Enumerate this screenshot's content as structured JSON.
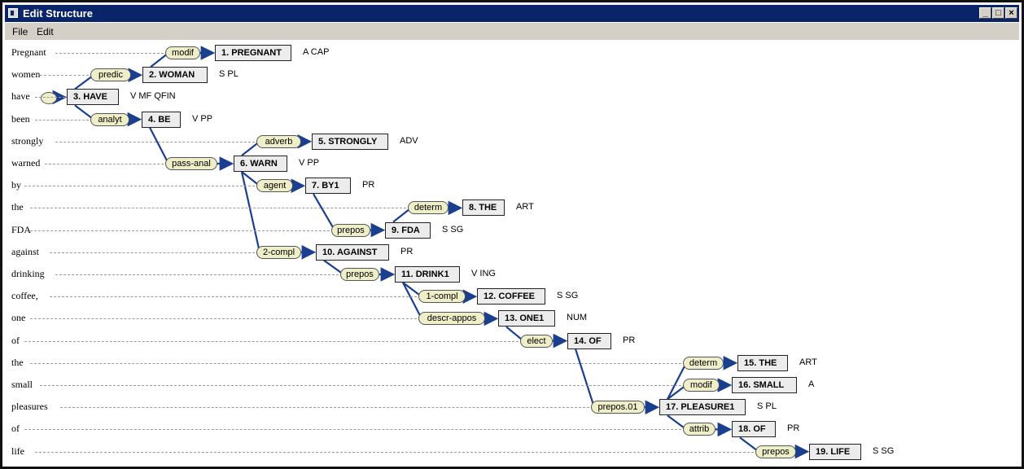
{
  "window": {
    "title": "Edit Structure",
    "controls": {
      "minimize": "_",
      "maximize": "□",
      "close": "×"
    }
  },
  "menu": [
    "File",
    "Edit"
  ],
  "sentence_words": [
    "Pregnant",
    "women",
    "have",
    "been",
    "strongly",
    "warned",
    "by",
    "the",
    "FDA",
    "against",
    "drinking",
    "coffee,",
    "one",
    "of",
    "the",
    "small",
    "pleasures",
    "of",
    "life"
  ],
  "nodes": [
    {
      "label": "1. PREGNANT",
      "tags": "A CAP",
      "relation": "modif"
    },
    {
      "label": "2. WOMAN",
      "tags": "S PL",
      "relation": "predic"
    },
    {
      "label": "3. HAVE",
      "tags": "V MF QFIN",
      "relation": ""
    },
    {
      "label": "4. BE",
      "tags": "V PP",
      "relation": "analyt"
    },
    {
      "label": "5. STRONGLY",
      "tags": "ADV",
      "relation": "adverb"
    },
    {
      "label": "6. WARN",
      "tags": "V PP",
      "relation": "pass-anal"
    },
    {
      "label": "7. BY1",
      "tags": "PR",
      "relation": "agent"
    },
    {
      "label": "8. THE",
      "tags": "ART",
      "relation": "determ"
    },
    {
      "label": "9. FDA",
      "tags": "S SG",
      "relation": "prepos"
    },
    {
      "label": "10. AGAINST",
      "tags": "PR",
      "relation": "2-compl"
    },
    {
      "label": "11. DRINK1",
      "tags": "V ING",
      "relation": "prepos"
    },
    {
      "label": "12. COFFEE",
      "tags": "S SG",
      "relation": "1-compl"
    },
    {
      "label": "13. ONE1",
      "tags": "NUM",
      "relation": "descr-appos"
    },
    {
      "label": "14. OF",
      "tags": "PR",
      "relation": "elect"
    },
    {
      "label": "15. THE",
      "tags": "ART",
      "relation": "determ"
    },
    {
      "label": "16. SMALL",
      "tags": "A",
      "relation": "modif"
    },
    {
      "label": "17. PLEASURE1",
      "tags": "S PL",
      "relation": "prepos.01"
    },
    {
      "label": "18. OF",
      "tags": "PR",
      "relation": "attrib"
    },
    {
      "label": "19. LIFE",
      "tags": "S SG",
      "relation": "prepos"
    }
  ],
  "colors": {
    "titlebar": "#0a246a",
    "edge": "#1a3f8f",
    "relation_fill": "#eeeec8",
    "node_fill": "#ececec"
  }
}
